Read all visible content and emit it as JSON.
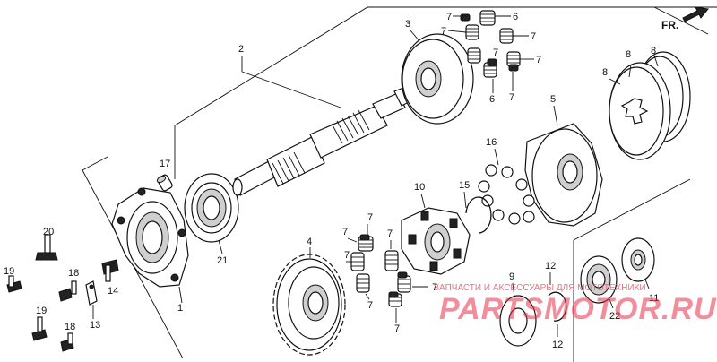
{
  "direction_label": "FR.",
  "callouts": {
    "c1": "1",
    "c2": "2",
    "c3": "3",
    "c4": "4",
    "c5": "5",
    "c6": "6",
    "c7": "7",
    "c8": "8",
    "c9": "9",
    "c10": "10",
    "c11": "11",
    "c12": "12",
    "c13": "13",
    "c14": "14",
    "c15": "15",
    "c16": "16",
    "c17": "17",
    "c18": "18",
    "c19": "19",
    "c20": "20",
    "c21": "21",
    "c22": "22"
  },
  "watermark": {
    "caption": "ЗАПЧАСТИ И АКСЕССУАРЫ ДЛЯ МОТОТЕХНИКИ",
    "brand": "PARTSMOTOR.RU"
  }
}
